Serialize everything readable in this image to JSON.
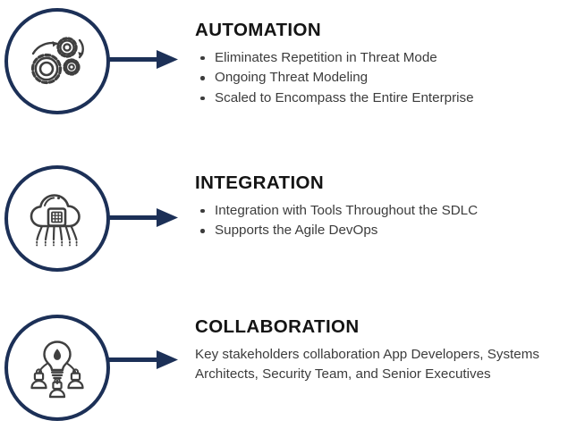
{
  "theme": {
    "accent_navy": "#1c3057",
    "heading_color": "#141414",
    "body_text_color": "#3c3c3c",
    "icon_stroke": "#3f3f3f",
    "background": "#ffffff"
  },
  "sections": [
    {
      "icon_name": "gears-automation-icon",
      "heading": "AUTOMATION",
      "body_type": "bullets",
      "bullets": [
        "Eliminates Repetition in Threat Mode",
        "Ongoing Threat Modeling",
        "Scaled to Encompass the Entire Enterprise"
      ],
      "paragraph": ""
    },
    {
      "icon_name": "cloud-chip-integration-icon",
      "heading": "INTEGRATION",
      "body_type": "bullets",
      "bullets": [
        "Integration with Tools Throughout the SDLC",
        "Supports the Agile DevOps"
      ],
      "paragraph": ""
    },
    {
      "icon_name": "lightbulb-people-collaboration-icon",
      "heading": "COLLABORATION",
      "body_type": "paragraph",
      "bullets": [],
      "paragraph": "Key stakeholders collaboration App Developers, Systems Architects, Security Team, and Senior Executives"
    }
  ]
}
